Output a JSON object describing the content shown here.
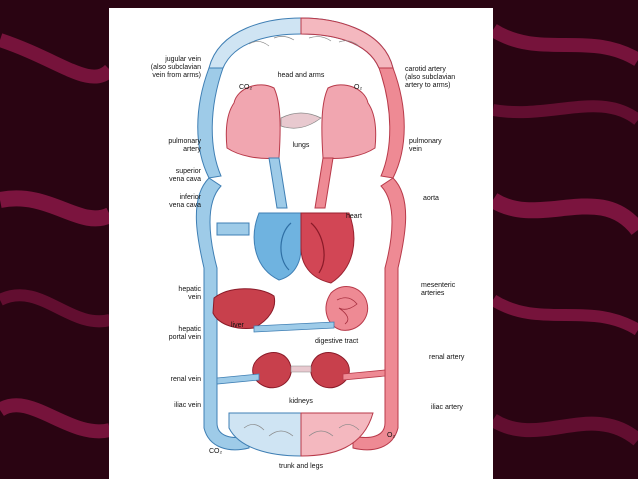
{
  "labels": {
    "jugular_vein": "jugular vein\n(also subclavian\nvein from arms)",
    "head_and_arms": "head and arms",
    "carotid_artery": "carotid artery\n(also subclavian\nartery to arms)",
    "co2_top": "CO₂",
    "o2_top": "O₂",
    "pulmonary_artery": "pulmonary\nartery",
    "lungs": "lungs",
    "pulmonary_vein": "pulmonary\nvein",
    "superior_vena_cava": "superior\nvena cava",
    "inferior_vena_cava": "inferior\nvena cava",
    "aorta": "aorta",
    "heart": "heart",
    "hepatic_vein": "hepatic\nvein",
    "mesenteric_arteries": "mesenteric\narteries",
    "liver": "liver",
    "hepatic_portal_vein": "hepatic\nportal vein",
    "digestive_tract": "digestive tract",
    "renal_artery": "renal artery",
    "renal_vein": "renal vein",
    "kidneys": "kidneys",
    "iliac_vein": "iliac vein",
    "iliac_artery": "iliac artery",
    "co2_bottom": "CO₂",
    "o2_bottom": "O₂",
    "trunk_and_legs": "trunk and legs"
  },
  "colors": {
    "background": "#2a0412",
    "swirl": "#8a1846",
    "vein_blue": "#9ecbe8",
    "vein_outline": "#3f7fb4",
    "artery_red": "#ee8a94",
    "artery_outline": "#b83a4a",
    "organ_red": "#c8404c",
    "heart_blue": "#6fb3e0"
  }
}
